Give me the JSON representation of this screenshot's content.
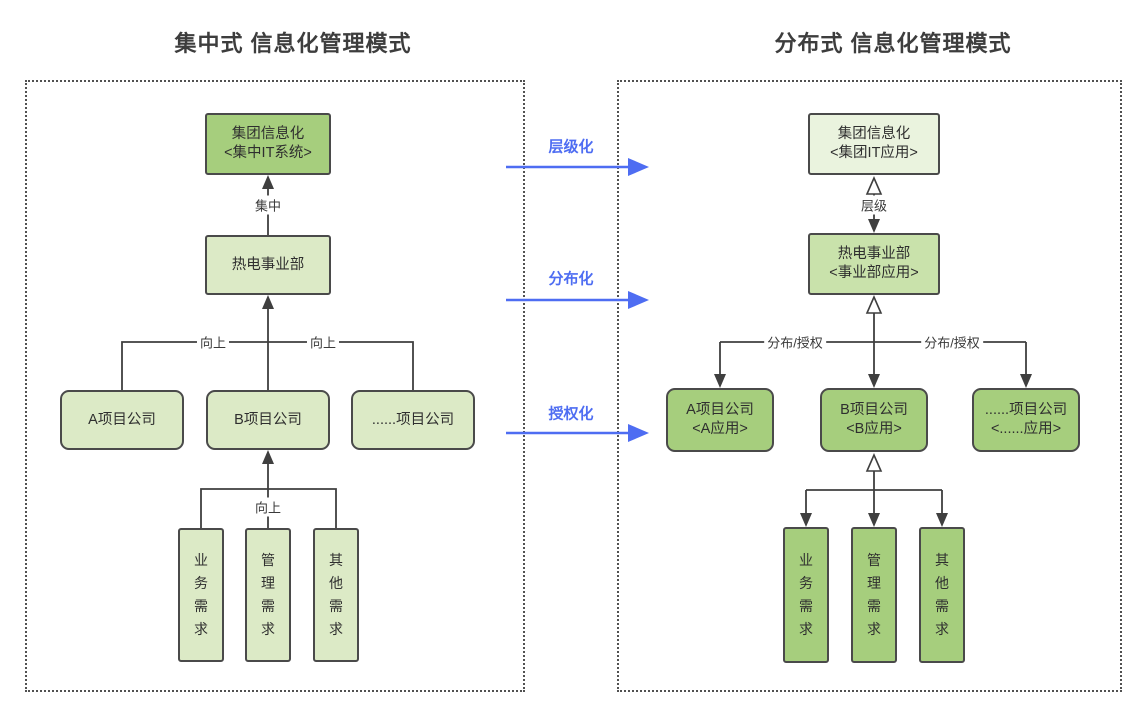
{
  "titles": {
    "left": "集中式 信息化管理模式",
    "right": "分布式 信息化管理模式"
  },
  "left_panel": {
    "top_box": {
      "line1": "集团信息化",
      "line2": "<集中IT系统>"
    },
    "arrow_label": "集中",
    "mid_box": {
      "line1": "热电事业部"
    },
    "branch_label_left": "向上",
    "branch_label_right": "向上",
    "row_boxes": [
      {
        "line1": "A项目公司"
      },
      {
        "line1": "B项目公司"
      },
      {
        "line1": "......项目公司"
      }
    ],
    "bottom_label": "向上",
    "vertical_boxes": [
      "业务需求",
      "管理需求",
      "其他需求"
    ]
  },
  "middle_arrows": [
    {
      "label": "层级化"
    },
    {
      "label": "分布化"
    },
    {
      "label": "授权化"
    }
  ],
  "right_panel": {
    "top_box": {
      "line1": "集团信息化",
      "line2": "<集团IT应用>"
    },
    "arrow_label": "层级",
    "mid_box": {
      "line1": "热电事业部",
      "line2": "<事业部应用>"
    },
    "branch_label_left": "分布/授权",
    "branch_label_right": "分布/授权",
    "row_boxes": [
      {
        "line1": "A项目公司",
        "line2": "<A应用>"
      },
      {
        "line1": "B项目公司",
        "line2": "<B应用>"
      },
      {
        "line1": "......项目公司",
        "line2": "<......应用>"
      }
    ],
    "vertical_boxes": [
      "业务需求",
      "管理需求",
      "其他需求"
    ]
  },
  "colors": {
    "green_dark": "#a6ce7d",
    "green_mid": "#c9e2ab",
    "green_light": "#dceac6",
    "green_pale": "#eaf3de",
    "border": "#4a4a4a",
    "line": "#3f3f3f",
    "blue": "#4e6df2"
  }
}
